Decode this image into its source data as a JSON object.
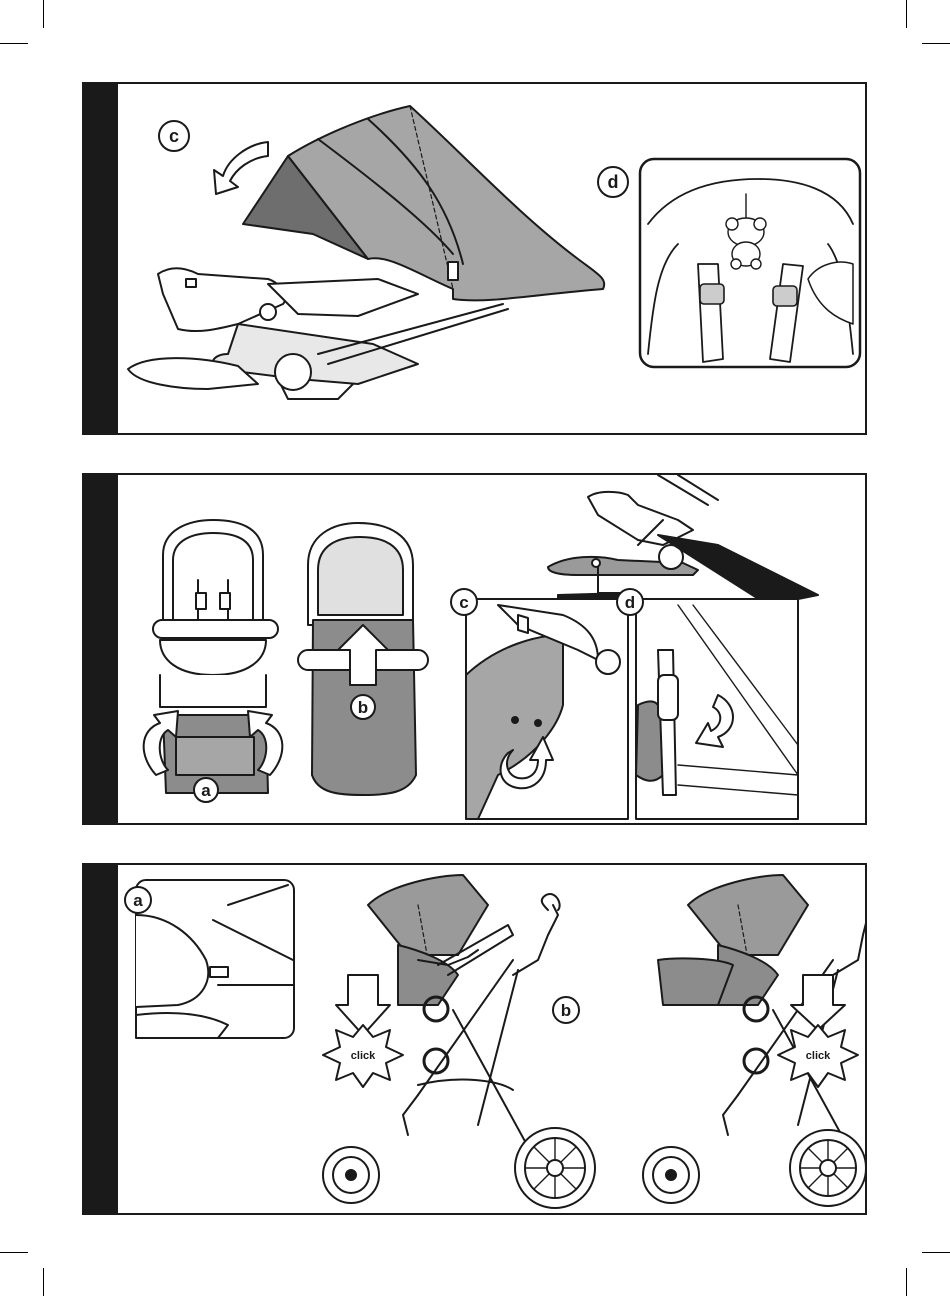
{
  "panel_top": {
    "labels": {
      "c": "c",
      "d": "d"
    },
    "icons": [
      "rotate-arrow-icon",
      "toy-bear-icon"
    ]
  },
  "panel_middle": {
    "labels": {
      "a": "a",
      "b": "b",
      "c": "c",
      "d": "d"
    },
    "icons": [
      "flip-arrow-icon",
      "up-arrow-icon",
      "rotate-arrow-icon"
    ]
  },
  "panel_bottom": {
    "labels": {
      "a": "a",
      "b": "b"
    },
    "click_left": "click",
    "click_right": "click",
    "icons": [
      "down-arrow-icon",
      "click-burst-icon"
    ]
  },
  "colors": {
    "ink": "#1a1a1a",
    "fabric_dark": "#6e6e6e",
    "fabric": "#a6a6a6",
    "fabric_light": "#c8c8c8"
  }
}
